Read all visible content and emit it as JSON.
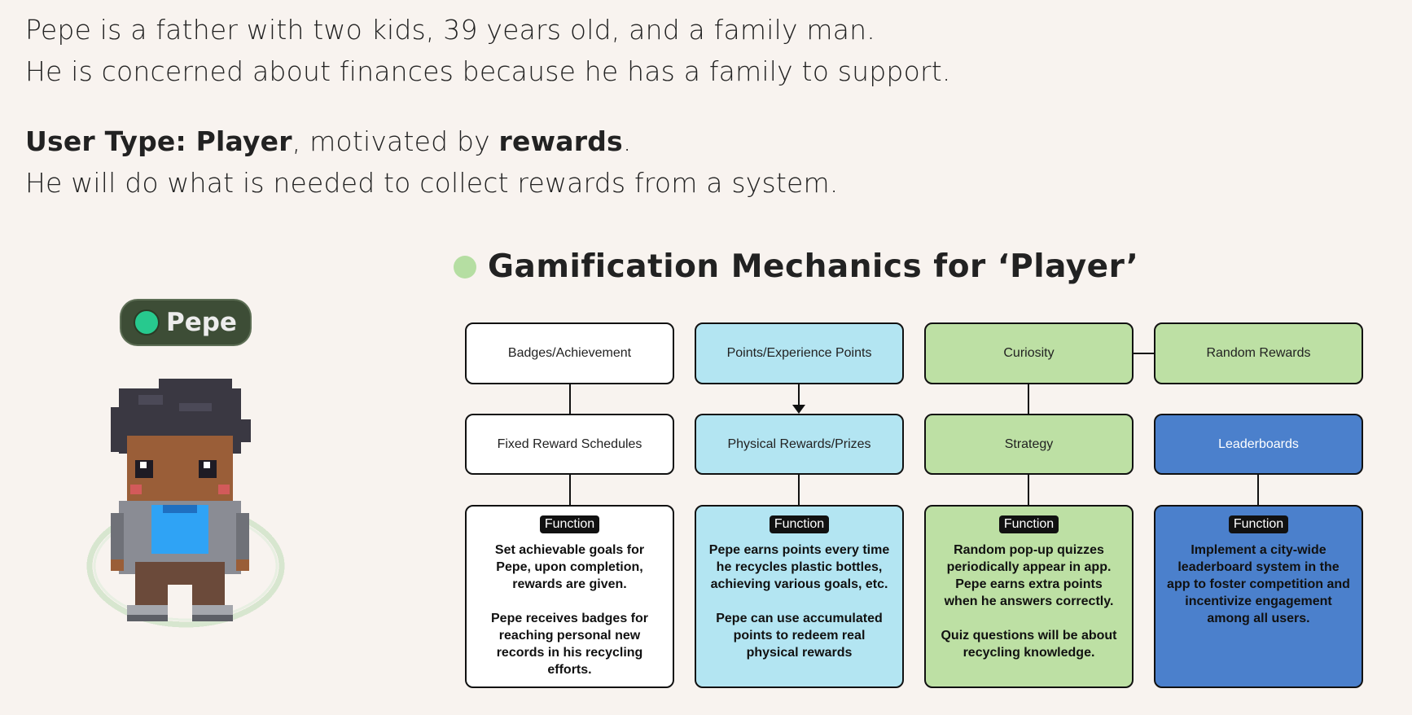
{
  "intro": {
    "line1": "Pepe is a father with two kids, 39 years old, and a family man.",
    "line2": "He is concerned about finances because he has a family to support.",
    "user_type_label": "User Type: Player",
    "motivated_text": ", motivated by ",
    "rewards_word": "rewards",
    "period": ".",
    "line4": "He will do what is needed to collect rewards from a system."
  },
  "character": {
    "name": "Pepe"
  },
  "heading": "Gamification Mechanics for ‘Player’",
  "colors": {
    "white": "#ffffff",
    "cyan": "#b3e5f2",
    "green": "#bde0a4",
    "blue": "#4b80cc",
    "accent_dot": "#b5dea2",
    "tag_dot": "#27c98e"
  },
  "columns": [
    {
      "top": "Badges/Achievement",
      "middle": "Fixed Reward Schedules",
      "function_label": "Function",
      "function_text": "Set achievable goals for Pepe, upon completion, rewards are given.\n\nPepe receives badges for reaching personal new records in his recycling efforts."
    },
    {
      "top": "Points/Experience Points",
      "middle": "Physical Rewards/Prizes",
      "function_label": "Function",
      "function_text": "Pepe earns points every time he recycles plastic bottles, achieving various goals, etc.\n\nPepe can use accumulated points to redeem real physical rewards"
    },
    {
      "top": "Curiosity",
      "middle": "Strategy",
      "function_label": "Function",
      "function_text": "Random pop-up quizzes periodically appear in app. Pepe earns extra points when he answers correctly.\n\nQuiz questions will be about recycling knowledge."
    },
    {
      "top": "Random Rewards",
      "middle": "Leaderboards",
      "function_label": "Function",
      "function_text": "Implement a city-wide leaderboard system in the app to foster competition and incentivize engagement among all users."
    }
  ]
}
